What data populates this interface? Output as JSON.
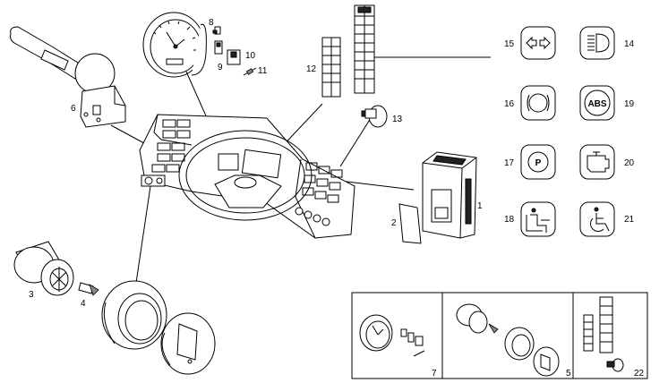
{
  "callouts": {
    "c1": "1",
    "c2": "2",
    "c3": "3",
    "c4": "4",
    "c5": "5",
    "c6": "6",
    "c7": "7",
    "c8": "8",
    "c9": "9",
    "c10": "10",
    "c11": "11",
    "c12": "12",
    "c13": "13",
    "c14": "14",
    "c15": "15",
    "c16": "16",
    "c17": "17",
    "c18": "18",
    "c19": "19",
    "c20": "20",
    "c21": "21",
    "c22": "22"
  },
  "symbols": {
    "abs_text": "ABS",
    "parking_text": "P"
  },
  "icons": [
    "turn-indicator-icon",
    "headlight-icon",
    "brake-warning-icon",
    "abs-icon",
    "parking-brake-icon",
    "engine-check-icon",
    "driver-seat-icon",
    "wheelchair-icon"
  ]
}
